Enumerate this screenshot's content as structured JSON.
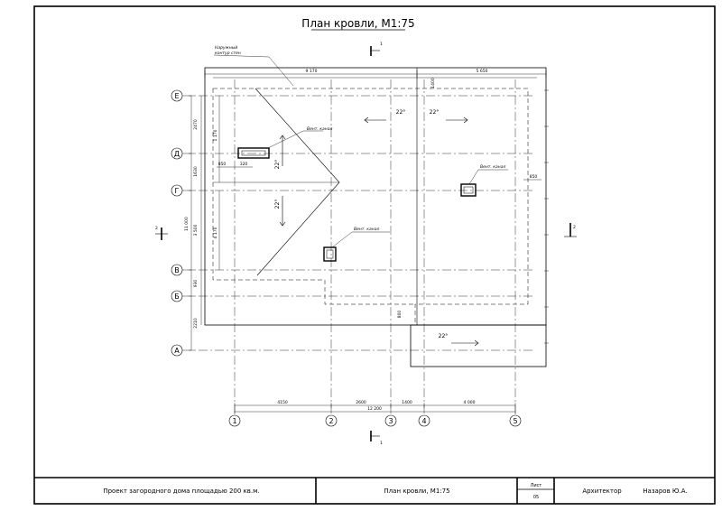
{
  "title": "План кровли, М1:75",
  "section_mark": "1",
  "section_mark_side": "2",
  "note_outer_wall": [
    "Наружный",
    "контур стен"
  ],
  "vent_label": "Вент. канал",
  "slopes": [
    "22°",
    "22°",
    "22°",
    "22°",
    "22°"
  ],
  "top_dims": [
    "9 170",
    "5 650"
  ],
  "left_dims": [
    "2470",
    "1630",
    "3 500",
    "930",
    "2210"
  ],
  "left_total": "11 000",
  "inner_dims": [
    "1 170",
    "4 170"
  ],
  "small_dims": [
    "850",
    "320",
    "850",
    "1400",
    "800"
  ],
  "bottom_dims": [
    "4150",
    "2600",
    "1400",
    "4 000"
  ],
  "bottom_total": "12 200",
  "axes_rows": [
    "Е",
    "Д",
    "Г",
    "В",
    "Б",
    "А"
  ],
  "axes_cols": [
    "1",
    "2",
    "3",
    "4",
    "5"
  ],
  "titleblock": {
    "project": "Проект загородного дома площадью 200 кв.м.",
    "sheet_name": "План кровли, М1:75",
    "sheet_label": "Лист",
    "sheet_number": "05",
    "role": "Архитектор",
    "person": "Назаров Ю.А."
  }
}
